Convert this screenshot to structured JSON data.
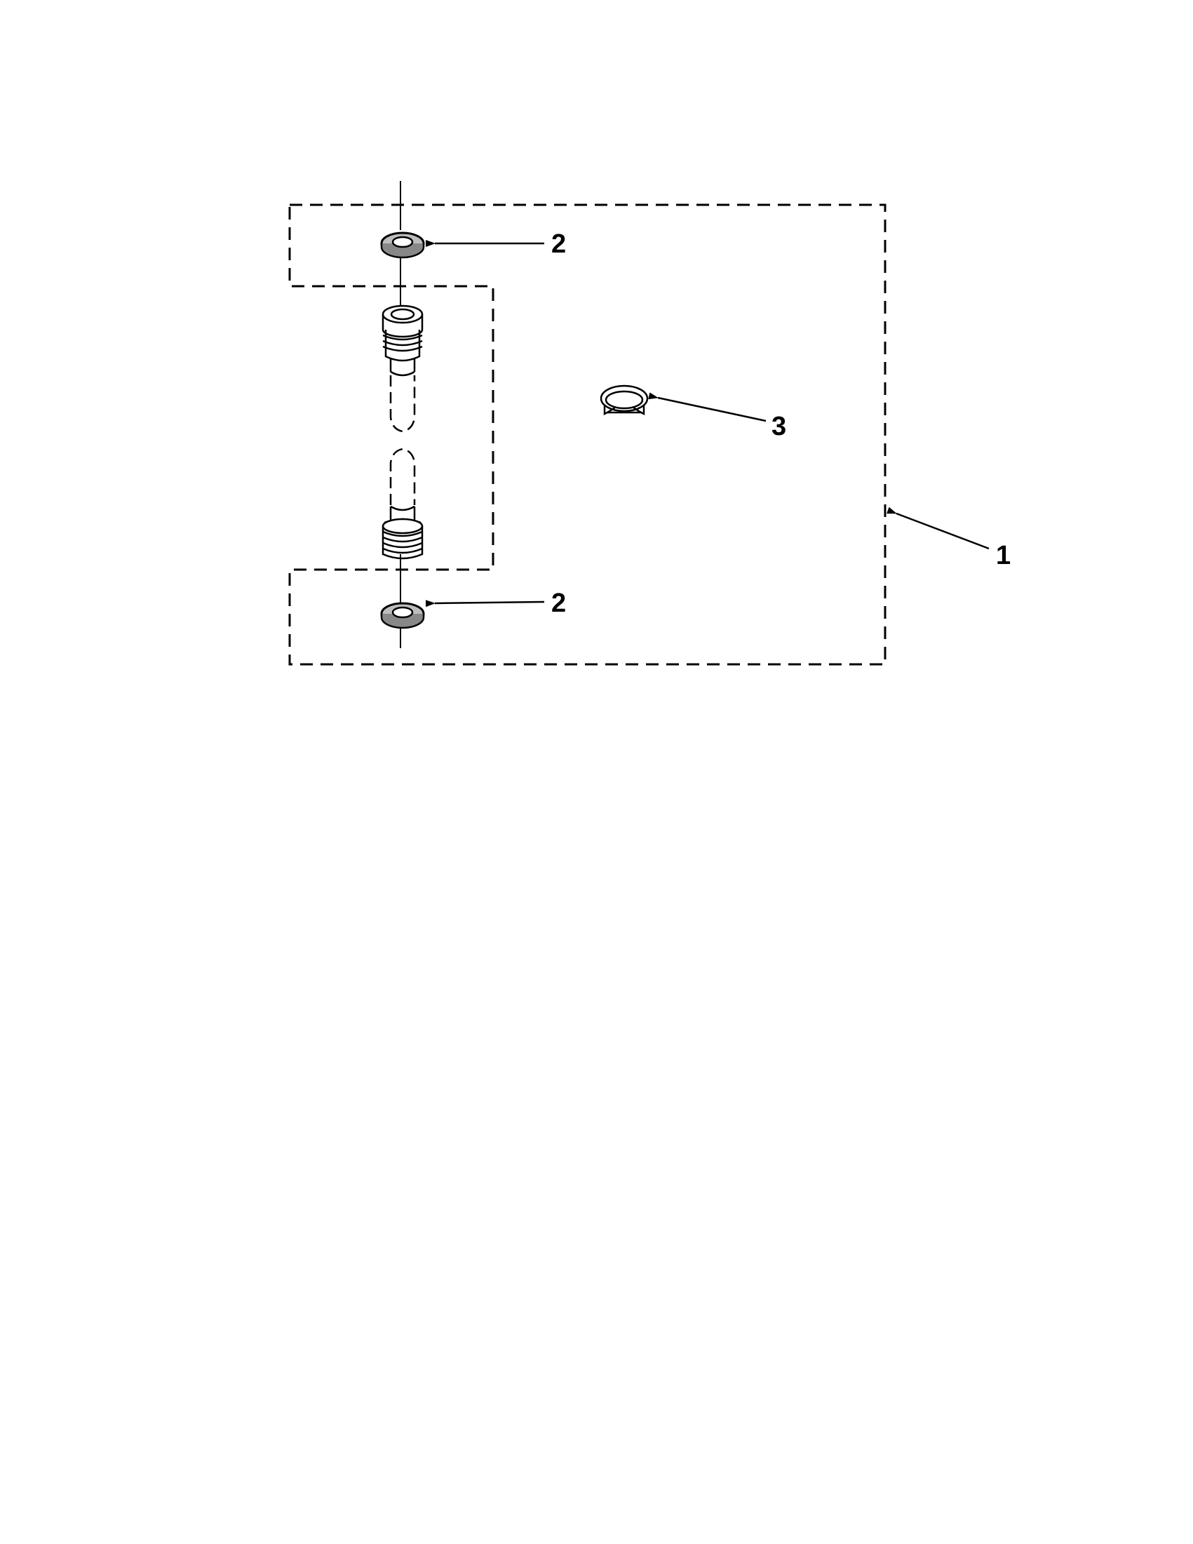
{
  "callouts": {
    "kit": "1",
    "washer_top": "2",
    "washer_bottom": "2",
    "clamp": "3"
  },
  "colors": {
    "line": "#000000",
    "background": "#ffffff",
    "washer_fill": "#bdbdbd"
  }
}
